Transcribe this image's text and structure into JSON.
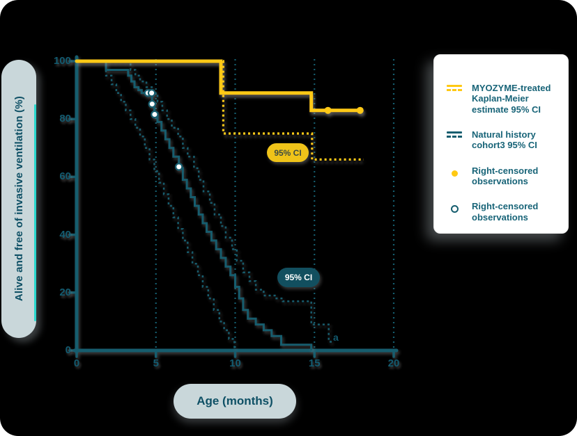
{
  "page": {
    "background": "#000000"
  },
  "colors": {
    "yellow": "#FFC913",
    "teal": "#155D6E",
    "axis_pill_bg": "#C9D7DA",
    "axis_pill_text": "#0E5065",
    "cyan_accent": "#2BD9CE",
    "yellow_pill_bg": "#EFC319",
    "teal_pill_bg": "#124F5F",
    "legend_text": "#186478"
  },
  "y_axis": {
    "label": "Alive and free of invasive ventilation (%)",
    "ticks": [
      100,
      80,
      60,
      40,
      20,
      0
    ]
  },
  "x_axis": {
    "label": "Age (months)",
    "ticks": [
      0,
      5,
      10,
      15,
      20
    ]
  },
  "annotations": {
    "yellow_ci_pill": "95% CI",
    "teal_ci_pill": "95% CI",
    "footnote_marker": "a"
  },
  "legend": {
    "items": [
      {
        "icon": "yellow-solid-dashed-line",
        "label": "MYOZYME-treated Kaplan-Meier estimate 95% CI"
      },
      {
        "icon": "teal-solid-dashed-line",
        "label": "Natural history cohort3  95% CI"
      },
      {
        "icon": "yellow-filled-dot",
        "label": "Right-censored observations"
      },
      {
        "icon": "open-circle",
        "label": "Right-censored observations"
      }
    ]
  },
  "chart_data": {
    "type": "line",
    "title": "",
    "xlabel": "Age (months)",
    "ylabel": "Alive and free of invasive ventilation (%)",
    "xlim": [
      0,
      20
    ],
    "ylim": [
      0,
      100
    ],
    "grid": "vertical dotted lines at x = 5, 10, 15, 20",
    "legend_position": "right",
    "series": [
      {
        "name": "MYOZYME-treated Kaplan-Meier estimate",
        "style": "solid",
        "color": "#FFC913",
        "width": 5,
        "steps": [
          [
            0,
            100
          ],
          [
            9.1,
            89
          ],
          [
            14.8,
            83
          ],
          [
            17.95,
            83
          ]
        ]
      },
      {
        "name": "MYOZYME 95% CI lower bound",
        "style": "dashed",
        "color": "#FFC913",
        "width": 3.2,
        "steps": [
          [
            0,
            100
          ],
          [
            9.25,
            75
          ],
          [
            14.85,
            66
          ],
          [
            18.1,
            66
          ]
        ]
      },
      {
        "name": "Natural history cohort estimate",
        "style": "solid",
        "color": "#155D6E",
        "width": 3,
        "steps": [
          [
            1.8,
            100
          ],
          [
            1.85,
            97
          ],
          [
            3.25,
            95
          ],
          [
            3.45,
            93
          ],
          [
            3.65,
            91
          ],
          [
            3.9,
            90
          ],
          [
            4.1,
            89
          ],
          [
            4.75,
            85
          ],
          [
            4.9,
            82
          ],
          [
            5.1,
            79
          ],
          [
            5.35,
            76
          ],
          [
            5.6,
            73
          ],
          [
            5.85,
            70
          ],
          [
            6.1,
            67
          ],
          [
            6.45,
            63
          ],
          [
            6.7,
            59
          ],
          [
            6.95,
            56
          ],
          [
            7.2,
            53
          ],
          [
            7.45,
            50
          ],
          [
            7.7,
            47
          ],
          [
            7.95,
            44
          ],
          [
            8.2,
            41
          ],
          [
            8.5,
            38
          ],
          [
            8.8,
            35
          ],
          [
            9.1,
            32
          ],
          [
            9.4,
            29
          ],
          [
            9.7,
            26
          ],
          [
            10.0,
            22
          ],
          [
            10.25,
            18
          ],
          [
            10.5,
            14
          ],
          [
            10.8,
            11
          ],
          [
            11.3,
            9
          ],
          [
            11.8,
            7
          ],
          [
            12.3,
            5
          ],
          [
            12.9,
            2
          ],
          [
            14.8,
            0
          ]
        ]
      },
      {
        "name": "Natural history 95% CI lower bound",
        "style": "dashed",
        "color": "#155D6E",
        "width": 2.5,
        "steps": [
          [
            1.8,
            100
          ],
          [
            1.85,
            95
          ],
          [
            2.2,
            92
          ],
          [
            2.5,
            89
          ],
          [
            2.8,
            86
          ],
          [
            3.1,
            83
          ],
          [
            3.4,
            80
          ],
          [
            3.7,
            77
          ],
          [
            4.0,
            74
          ],
          [
            4.3,
            70
          ],
          [
            4.6,
            66
          ],
          [
            4.9,
            62
          ],
          [
            5.2,
            58
          ],
          [
            5.5,
            54
          ],
          [
            5.8,
            50
          ],
          [
            6.1,
            46
          ],
          [
            6.4,
            42
          ],
          [
            6.7,
            38
          ],
          [
            7.0,
            34
          ],
          [
            7.3,
            30
          ],
          [
            7.65,
            26
          ],
          [
            7.95,
            22
          ],
          [
            8.3,
            18
          ],
          [
            8.65,
            14
          ],
          [
            9.0,
            10
          ],
          [
            9.3,
            7
          ],
          [
            9.6,
            4
          ],
          [
            9.95,
            0
          ]
        ]
      },
      {
        "name": "Natural history 95% CI upper bound",
        "style": "dashed",
        "color": "#155D6E",
        "width": 2.5,
        "steps": [
          [
            2.0,
            100
          ],
          [
            3.4,
            97
          ],
          [
            3.7,
            95
          ],
          [
            4.0,
            93
          ],
          [
            4.4,
            91
          ],
          [
            4.8,
            89
          ],
          [
            5.1,
            86
          ],
          [
            5.4,
            83
          ],
          [
            5.7,
            80
          ],
          [
            6.0,
            77
          ],
          [
            6.4,
            74
          ],
          [
            6.7,
            70
          ],
          [
            7.0,
            67
          ],
          [
            7.4,
            63
          ],
          [
            7.7,
            59
          ],
          [
            8.0,
            55
          ],
          [
            8.4,
            51
          ],
          [
            8.7,
            47
          ],
          [
            9.1,
            43
          ],
          [
            9.4,
            39
          ],
          [
            9.8,
            35
          ],
          [
            10.1,
            31
          ],
          [
            10.5,
            27
          ],
          [
            10.9,
            24
          ],
          [
            11.3,
            21
          ],
          [
            11.8,
            19
          ],
          [
            12.5,
            18
          ],
          [
            13.0,
            17
          ],
          [
            14.8,
            9
          ],
          [
            15.9,
            3
          ],
          [
            16.1,
            3
          ]
        ]
      }
    ],
    "censored_observations": {
      "myozyme_filled_dots": [
        [
          15.85,
          83
        ],
        [
          17.88,
          83
        ]
      ],
      "natural_history_open_circles": [
        [
          4.5,
          89
        ],
        [
          4.73,
          89
        ],
        [
          4.76,
          85.2
        ],
        [
          4.92,
          81.6
        ],
        [
          6.45,
          63.5
        ]
      ]
    }
  }
}
